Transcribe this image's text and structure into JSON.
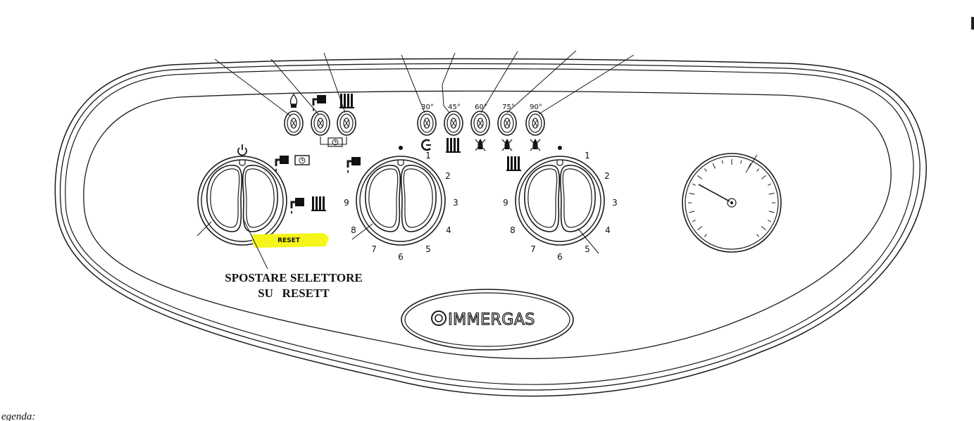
{
  "leds": {
    "temp_labels": [
      "30°",
      "45°",
      "60°",
      "75°",
      "90°"
    ]
  },
  "dials": {
    "mode": {
      "reset_label": "RESET"
    },
    "dhw": {
      "numbers": [
        "1",
        "2",
        "3",
        "4",
        "5",
        "6",
        "7",
        "8",
        "9"
      ]
    },
    "heating": {
      "numbers": [
        "1",
        "2",
        "3",
        "4",
        "5",
        "6",
        "7",
        "8",
        "9"
      ]
    }
  },
  "note": {
    "line1": "SPOSTARE SELETTORE",
    "line2": "SU   RESETT"
  },
  "brand": {
    "name": "IMMERGAS"
  },
  "legend": {
    "partial_text": "egenda:"
  },
  "colors": {
    "highlight": "#f5f51a",
    "line": "#1a1a1a"
  },
  "icons": {
    "top_leds": [
      "flame-icon",
      "tap-icon",
      "radiator-icon"
    ],
    "mode_dial": [
      "power-icon",
      "tap-icon",
      "timer-icon",
      "radiator-icon"
    ],
    "status": [
      "chimney-fault-icon",
      "radiator-icon",
      "crossed-flame-icon",
      "crossed-flame-icon",
      "crossed-flame-icon"
    ]
  }
}
